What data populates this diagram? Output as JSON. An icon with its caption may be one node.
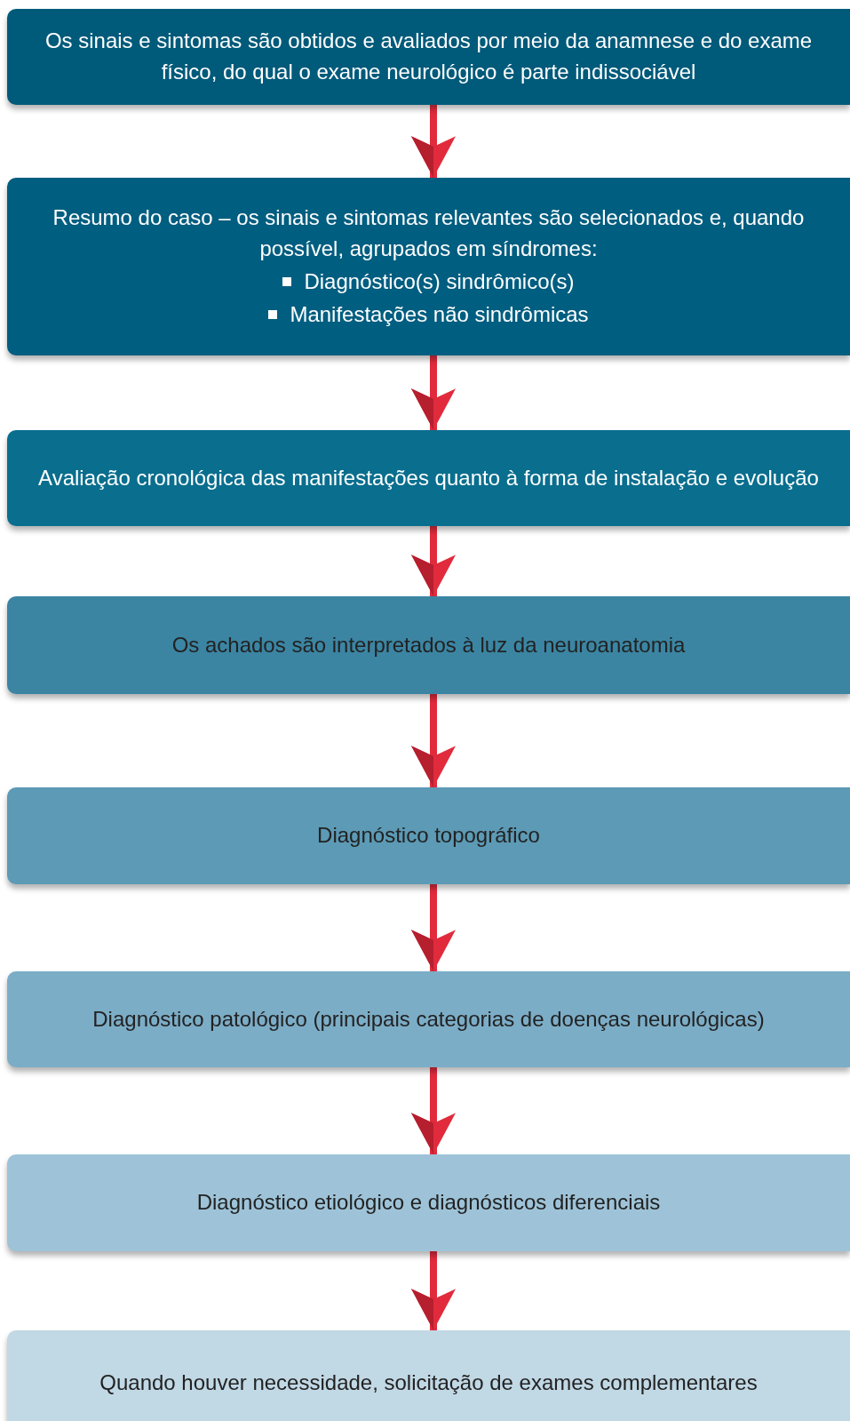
{
  "diagram": {
    "nodes": [
      {
        "text": [
          "Os sinais e sintomas são obtidos e avaliados por meio da anamnese e do exame físico, do qual o exame neurológico é parte indissociável"
        ]
      },
      {
        "text": [
          "Resumo do caso – os sinais e sintomas relevantes são selecionados e, quando possível, agrupados em síndromes:",
          "Diagnóstico(s) sindrômico(s)",
          "Manifestações não sindrômicas"
        ]
      },
      {
        "text": [
          "Avaliação cronológica das manifestações quanto à forma de instalação e evolução"
        ]
      },
      {
        "text": [
          "Os achados são interpretados à luz da neuroanatomia"
        ]
      },
      {
        "text": [
          "Diagnóstico topográfico"
        ]
      },
      {
        "text": [
          "Diagnóstico patológico (principais categorias de doenças neurológicas)"
        ]
      },
      {
        "text": [
          "Diagnóstico etiológico e diagnósticos diferenciais"
        ]
      },
      {
        "text": [
          "Quando houver necessidade, solicitação de exames complementares"
        ]
      }
    ],
    "edges": [
      {
        "from": 0,
        "to": 1,
        "arrow": "to"
      },
      {
        "from": 1,
        "to": 2,
        "arrow": "to"
      },
      {
        "from": 2,
        "to": 3,
        "arrow": "to"
      },
      {
        "from": 3,
        "to": 4,
        "arrow": "to"
      },
      {
        "from": 4,
        "to": 5,
        "arrow": "to"
      },
      {
        "from": 5,
        "to": 6,
        "arrow": "to"
      },
      {
        "from": 6,
        "to": 7,
        "arrow": "to"
      }
    ]
  }
}
